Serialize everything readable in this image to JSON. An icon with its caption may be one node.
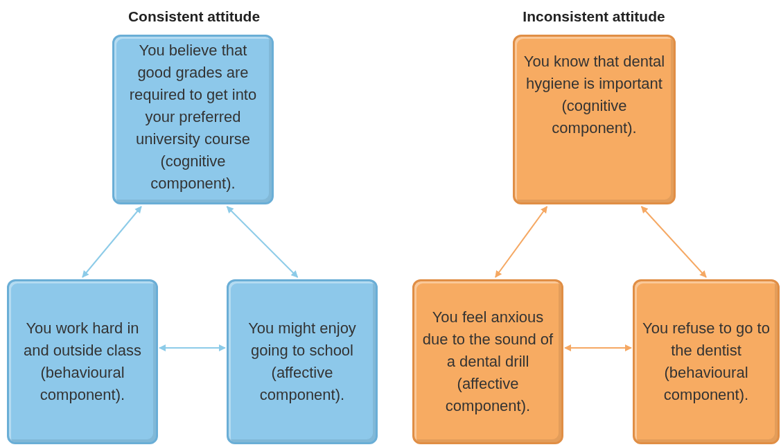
{
  "diagram": {
    "nodes": [
      {
        "text": [
          "You believe that good grades are required to get into your preferred university course (cognitive component)."
        ]
      },
      {
        "text": [
          "You work hard in and outside class (behavioural component)."
        ]
      },
      {
        "text": [
          "You might enjoy going to school (affective component)."
        ]
      },
      {
        "text": [
          "You know that dental hygiene is important (cognitive component)."
        ]
      },
      {
        "text": [
          "You feel anxious due to the sound of a dental drill (affective component)."
        ]
      },
      {
        "text": [
          "You refuse to go to the dentist (behavioural component)."
        ]
      }
    ],
    "edges": [
      {
        "from": 0,
        "to": 1,
        "arrow": "both"
      },
      {
        "from": 0,
        "to": 2,
        "arrow": "both"
      },
      {
        "from": 1,
        "to": 2,
        "arrow": "both"
      },
      {
        "from": 3,
        "to": 4,
        "arrow": "both",
        "color": "#f5a863"
      },
      {
        "from": 3,
        "to": 5,
        "arrow": "both",
        "color": "#f5a863"
      },
      {
        "from": 4,
        "to": 5,
        "arrow": "both",
        "color": "#f5a863"
      }
    ],
    "labels": [
      "Consistent attitude",
      "Inconsistent attitude"
    ]
  }
}
